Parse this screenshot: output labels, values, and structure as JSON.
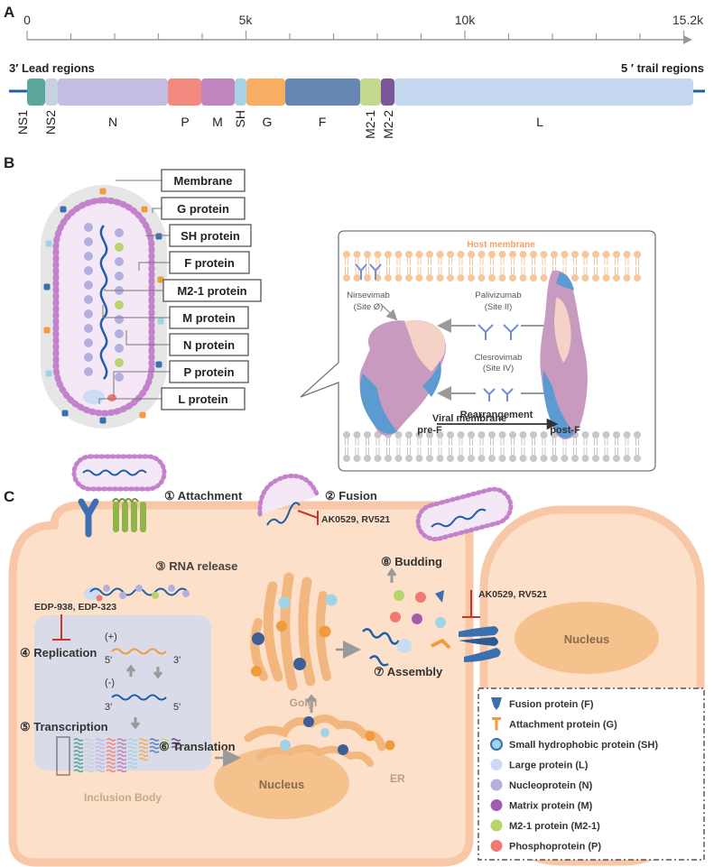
{
  "panel_labels": {
    "a": "A",
    "b": "B",
    "c": "C"
  },
  "genome": {
    "ticks": [
      "0",
      "5k",
      "10k",
      "15.2k"
    ],
    "lead_label": "3′ Lead   regions",
    "trail_label": "5 ′ trail regions",
    "genes": [
      {
        "name": "NS1",
        "color": "#5aa79a"
      },
      {
        "name": "NS2",
        "color": "#c6d2df"
      },
      {
        "name": "N",
        "color": "#c3bde2"
      },
      {
        "name": "P",
        "color": "#f28a80"
      },
      {
        "name": "M",
        "color": "#c085bf"
      },
      {
        "name": "SH",
        "color": "#a9d3e6"
      },
      {
        "name": "G",
        "color": "#f7ae62"
      },
      {
        "name": "F",
        "color": "#6686b4"
      },
      {
        "name": "M2-1",
        "color": "#c4d98e"
      },
      {
        "name": "M2-2",
        "color": "#7b5699"
      },
      {
        "name": "L",
        "color": "#c4d7ee"
      }
    ]
  },
  "virion_labels": [
    "Membrane",
    "G protein",
    "SH protein",
    "F protein",
    "M2-1 protein",
    "M protein",
    "N protein",
    "P protein",
    "L protein"
  ],
  "fusion_inset": {
    "host_membrane": "Host membrane",
    "viral_membrane": "Viral membrane",
    "nirsevimab": "Nirsevimab",
    "nirsevimab_site": "(Site Ø)",
    "palivizumab": "Palivizumab",
    "palivizumab_site": "(Site II)",
    "clesrovimab": "Clesrovimab",
    "clesrovimab_site": "(Site IV)",
    "rearrangement": "Rearrangement",
    "pre_f": "pre-F",
    "post_f": "post-F"
  },
  "lifecycle": {
    "attachment": "① Attachment",
    "fusion": "② Fusion",
    "fusion_inhibitors": "AK0529, RV521",
    "rna_release": "③ RNA release",
    "replication_inhibitors": "EDP-938, EDP-323",
    "replication": "④ Replication",
    "plus": "(+)",
    "minus": "(-)",
    "five_prime": "5'",
    "three_prime": "3'",
    "transcription": "⑤ Transcription",
    "translation": "⑥ Translation",
    "golgi": "Golgi",
    "er": "ER",
    "assembly": "⑦ Assembly",
    "budding": "⑧ Budding",
    "budding_inhibitors": "AK0529, RV521",
    "nucleus": "Nucleus",
    "inclusion_body": "Inclusion Body"
  },
  "legend": [
    {
      "label": "Fusion protein (F)",
      "icon": "fusion-protein-icon",
      "color": "#3a6fb0"
    },
    {
      "label": "Attachment protein (G)",
      "icon": "attachment-protein-icon",
      "color": "#f29b3c"
    },
    {
      "label": "Small hydrophobic protein (SH)",
      "icon": "sh-protein-icon",
      "color": "#9fd3e6"
    },
    {
      "label": "Large protein (L)",
      "icon": "large-protein-icon",
      "color": "#c9dcf3"
    },
    {
      "label": "Nucleoprotein (N)",
      "icon": "nucleoprotein-icon",
      "color": "#b3b0dd"
    },
    {
      "label": "Matrix protein (M)",
      "icon": "matrix-protein-icon",
      "color": "#a35bb0"
    },
    {
      "label": "M2-1 protein (M2-1)",
      "icon": "m2-1-protein-icon",
      "color": "#b8d46b"
    },
    {
      "label": "Phosphoprotein (P)",
      "icon": "phosphoprotein-icon",
      "color": "#f07a72"
    }
  ]
}
